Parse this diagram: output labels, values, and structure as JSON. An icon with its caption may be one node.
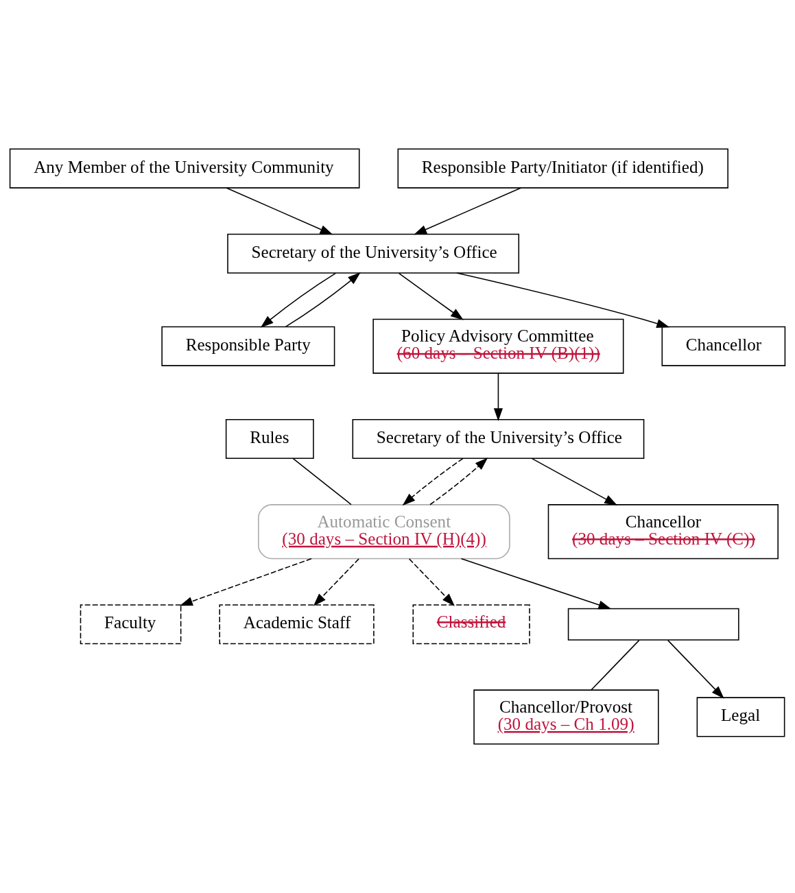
{
  "diagram": {
    "nodes": [
      {
        "text": [
          "Any Member of the University Community"
        ]
      },
      {
        "text": [
          "Secretary of the University’s Office"
        ]
      },
      {
        "text": [
          "Responsible Party"
        ]
      },
      {
        "text": [
          "Responsible Party/Initiator (if identified)"
        ]
      },
      {
        "text": [
          "Policy Advisory Committee",
          "(60 days – Section IV (B)(1))"
        ]
      },
      {
        "text": [
          "Secretary of the University’s Office"
        ]
      },
      {
        "text": [
          "Chancellor"
        ]
      },
      {
        "text": [
          "Rules"
        ]
      },
      {
        "text": [
          "Automatic Consent",
          "(30 days – Section IV (H)(4))"
        ]
      },
      {
        "text": [
          "Faculty"
        ]
      },
      {
        "text": [
          "Academic Staff"
        ]
      },
      {
        "text": [
          "Classified"
        ]
      },
      {
        "text": [],
        "shape": "box"
      },
      {
        "text": [
          "Chancellor",
          "(30 days – Section IV (C))"
        ]
      },
      {
        "text": [
          "Chancellor/Provost",
          "(30 days – Ch 1.09)"
        ]
      },
      {
        "text": [
          "Legal"
        ]
      }
    ],
    "edges": [
      {
        "from": 0,
        "to": 1,
        "arrow": "to"
      },
      {
        "from": 1,
        "to": 2,
        "arrow": "to"
      },
      {
        "from": 2,
        "to": 1,
        "arrow": "to"
      },
      {
        "from": 3,
        "to": 1,
        "arrow": "to"
      },
      {
        "from": 1,
        "to": 4,
        "arrow": "to"
      },
      {
        "from": 1,
        "to": 6,
        "arrow": "to"
      },
      {
        "from": 4,
        "to": 5,
        "arrow": "to"
      },
      {
        "from": 5,
        "to": 13,
        "arrow": "to"
      },
      {
        "from": 5,
        "to": 8,
        "arrow": "to",
        "style": "dashed"
      },
      {
        "from": 8,
        "to": 5,
        "arrow": "to",
        "style": "dashed"
      },
      {
        "from": 7,
        "to": 8,
        "arrow": "none"
      },
      {
        "from": 8,
        "to": 12,
        "arrow": "to"
      },
      {
        "from": 8,
        "to": 9,
        "arrow": "to",
        "style": "dashed"
      },
      {
        "from": 8,
        "to": 10,
        "arrow": "to",
        "style": "dashed"
      },
      {
        "from": 8,
        "to": 11,
        "arrow": "to",
        "style": "dashed"
      },
      {
        "from": 12,
        "to": 14,
        "arrow": "none"
      },
      {
        "from": 12,
        "to": 15,
        "arrow": "to"
      }
    ]
  }
}
